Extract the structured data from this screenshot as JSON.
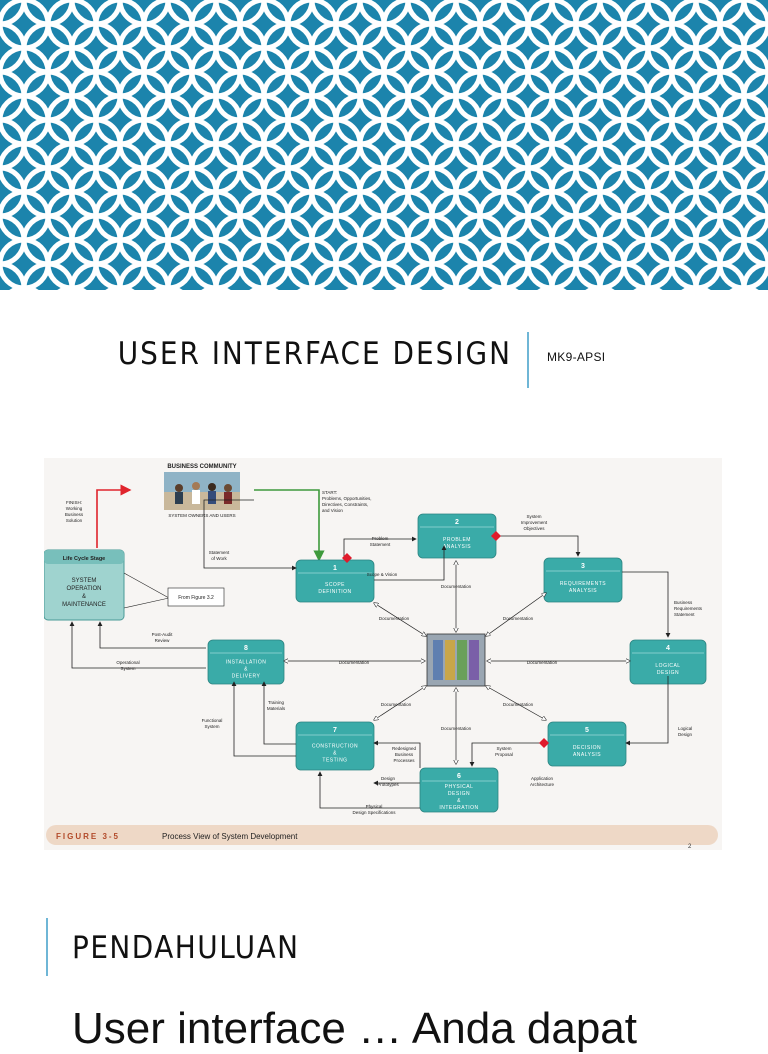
{
  "slide": {
    "title": "USER INTERFACE DESIGN",
    "subtitle": "MK9-APSI",
    "page_number": "2",
    "section_title": "PENDAHULUAN",
    "body_text": "User interface … Anda dapat"
  },
  "colors": {
    "banner_bg": "#1c84ac",
    "banner_pattern": "#ffffff",
    "accent_bar": "#6fb6d6",
    "box_teal": "#3aaba8",
    "diamond_red": "#e01b2c",
    "arrow_red": "#e0242c",
    "arrow_green": "#3e9a3c"
  },
  "diagram": {
    "business_community": "BUSINESS COMMUNITY",
    "owners_users": "SYSTEM OWNERS AND USERS",
    "finish": [
      "FINISH:",
      "Working",
      "Business",
      "Solution"
    ],
    "start": [
      "START:",
      "Problems, Opportunities,",
      "Directives, Constraints,",
      "and Vision"
    ],
    "lifecycle_label": "Life Cycle Stage",
    "lifecycle_lines": [
      "SYSTEM",
      "OPERATION",
      "&",
      "MAINTENANCE"
    ],
    "from_figure": "From Figure 3.2",
    "statement_of_work": [
      "Statement",
      "of Work"
    ],
    "problem_statement": [
      "Problem",
      "Statement"
    ],
    "scope_vision": "Scope & Vision",
    "sys_improvement": [
      "System",
      "Improvement",
      "Objectives"
    ],
    "bus_req": [
      "Business",
      "Requirements",
      "Statement"
    ],
    "post_audit": [
      "Post-Audit",
      "Review"
    ],
    "operational_system": [
      "Operational",
      "System"
    ],
    "documentation": "Documentation",
    "training": [
      "Training",
      "Materials"
    ],
    "functional_system": [
      "Functional",
      "System"
    ],
    "logical_design_label": [
      "Logical",
      "Design"
    ],
    "redesigned": [
      "Redesigned",
      "Business",
      "Processes"
    ],
    "system_proposal": [
      "System",
      "Proposal"
    ],
    "app_architecture": [
      "Application",
      "Architecture"
    ],
    "design_prototypes": [
      "Design",
      "Prototypes"
    ],
    "physical_specs": [
      "Physical",
      "Design Specifications"
    ],
    "phases": [
      {
        "num": "1",
        "lines": [
          "SCOPE",
          "DEFINITION"
        ]
      },
      {
        "num": "2",
        "lines": [
          "PROBLEM",
          "ANALYSIS"
        ]
      },
      {
        "num": "3",
        "lines": [
          "REQUIREMENTS",
          "ANALYSIS"
        ]
      },
      {
        "num": "4",
        "lines": [
          "LOGICAL",
          "DESIGN"
        ]
      },
      {
        "num": "5",
        "lines": [
          "DECISION",
          "ANALYSIS"
        ]
      },
      {
        "num": "6",
        "lines": [
          "PHYSICAL",
          "DESIGN",
          "&",
          "INTEGRATION"
        ]
      },
      {
        "num": "7",
        "lines": [
          "CONSTRUCTION",
          "&",
          "TESTING"
        ]
      },
      {
        "num": "8",
        "lines": [
          "INSTALLATION",
          "&",
          "DELIVERY"
        ]
      }
    ],
    "caption_figure": "FIGURE 3-5",
    "caption_text": "Process View of System Development"
  }
}
